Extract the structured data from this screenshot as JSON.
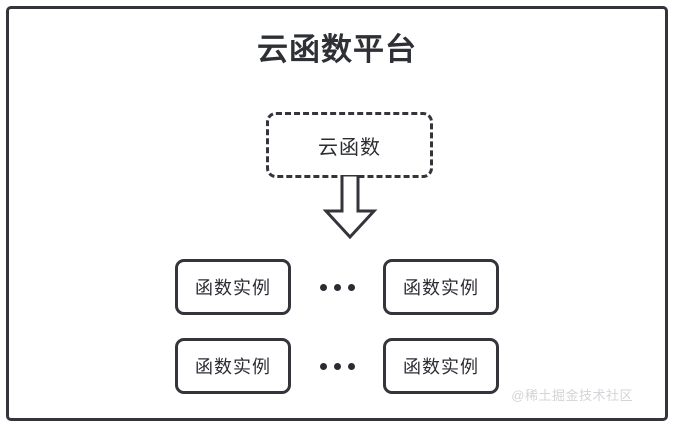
{
  "diagram": {
    "title": "云函数平台",
    "cloud_function_node": {
      "label": "云函数",
      "border_style": "dashed"
    },
    "arrow": {
      "icon": "down-block-arrow",
      "direction": "down"
    },
    "instance_rows": [
      {
        "left_instance": "函数实例",
        "ellipsis": "•••",
        "right_instance": "函数实例"
      },
      {
        "left_instance": "函数实例",
        "ellipsis": "•••",
        "right_instance": "函数实例"
      }
    ],
    "watermark": "@稀土掘金技术社区",
    "colors": {
      "stroke": "#33353b",
      "text": "#2b2d33",
      "title_text": "#2e3036",
      "background": "#ffffff",
      "watermark_text": "#d3d4d7"
    }
  }
}
